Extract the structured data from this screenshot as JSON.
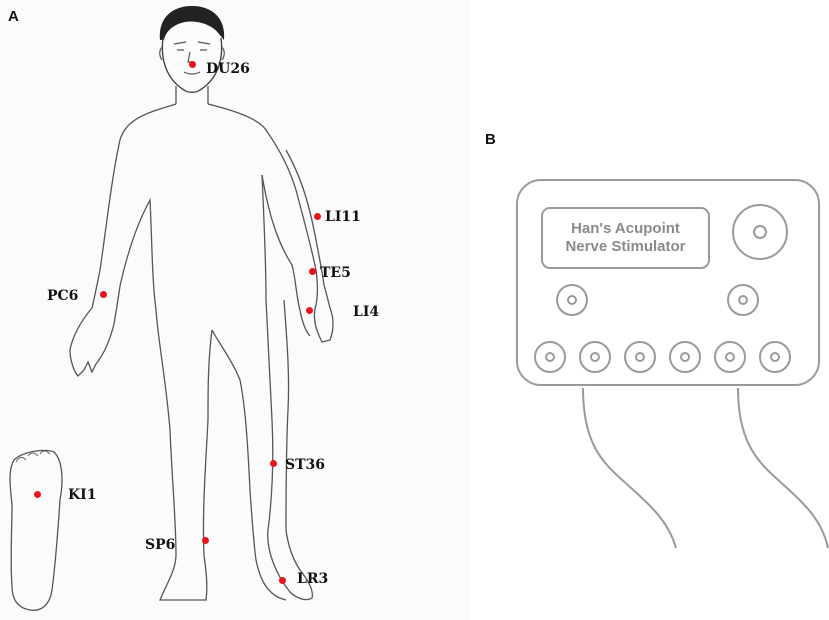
{
  "panels": {
    "a_label": "A",
    "b_label": "B"
  },
  "acupoints": [
    {
      "id": "du26",
      "label": "DU26"
    },
    {
      "id": "li11",
      "label": "LI11"
    },
    {
      "id": "te5",
      "label": "TE5"
    },
    {
      "id": "pc6",
      "label": "PC6"
    },
    {
      "id": "li4",
      "label": "LI4"
    },
    {
      "id": "st36",
      "label": "ST36"
    },
    {
      "id": "ki1",
      "label": "KI1"
    },
    {
      "id": "sp6",
      "label": "SP6"
    },
    {
      "id": "lr3",
      "label": "LR3"
    }
  ],
  "device": {
    "line1": "Han's Acupoint",
    "line2": "Nerve Stimulator"
  },
  "colors": {
    "point": "#e8141c",
    "outline": "#555555",
    "device_stroke": "#9a9a9a"
  }
}
